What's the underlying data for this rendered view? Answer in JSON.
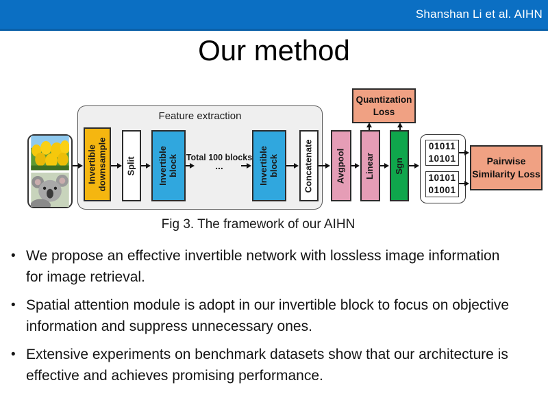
{
  "header": {
    "credit": "Shanshan Li et al. AIHN"
  },
  "title": "Our method",
  "figure": {
    "caption": "Fig 3. The framework of our AIHN",
    "feature_extraction_label": "Feature extraction",
    "total_blocks_label": "Total 100 blocks",
    "dots": "...",
    "nodes": {
      "invertible_downsample": "Invertible\ndownsample",
      "split": "Split",
      "invertible_block_1": "Invertible\nblock",
      "invertible_block_2": "Invertible\nblock",
      "concatenate": "Concatenate",
      "avgpool": "Avgpool",
      "linear": "Linear",
      "sgn": "Sgn",
      "quantization_loss": "Quantization\nLoss",
      "hash_code_1": "01011\n10101",
      "hash_code_2": "10101\n01001",
      "pairwise_loss": "Pairwise\nSimilarity Loss"
    },
    "input_images": [
      "tulips",
      "koala"
    ]
  },
  "bullet_char": "•",
  "bullets": [
    "We propose an effective invertible network with lossless image information for image retrieval.",
    "Spatial attention module is adopt in our invertible block to focus on objective information and suppress unnecessary ones.",
    "Extensive experiments on benchmark datasets show that our architecture is effective and achieves promising performance."
  ],
  "colors": {
    "header_bar": "#0b6fc3",
    "downsample_block": "#f5b610",
    "invertible_block": "#30a7de",
    "pool_linear_block": "#e59db6",
    "sgn_block": "#0fa64c",
    "loss_box": "#f0a183",
    "container_bg": "#efefef"
  }
}
